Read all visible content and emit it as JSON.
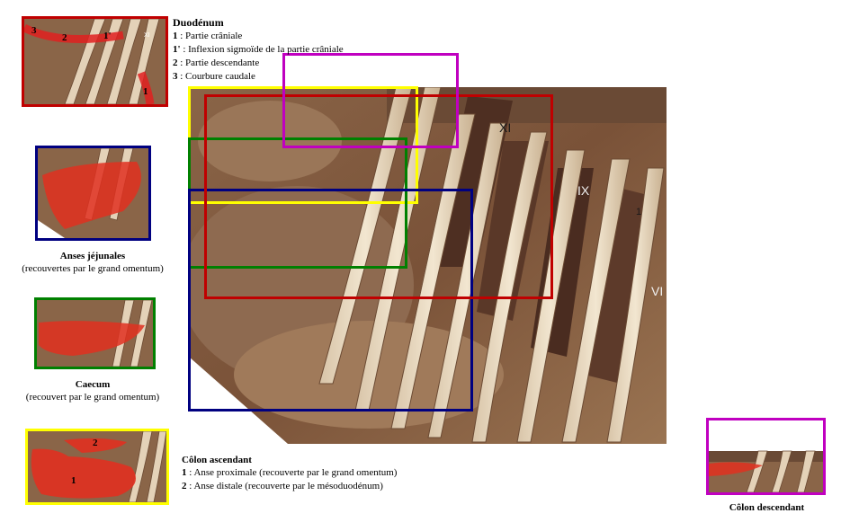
{
  "colors": {
    "duodenum": "#c00000",
    "jejunum": "#000080",
    "caecum": "#008000",
    "colon_ascendant": "#ffff00",
    "colon_descendant": "#c000c0"
  },
  "duodenum": {
    "title": "Duodénum",
    "thumb_numbers": [
      "3",
      "2",
      "1'",
      "1"
    ],
    "thumb_rib_label": "XI",
    "legend": [
      {
        "num": "1",
        "text": " : Partie crâniale"
      },
      {
        "num": "1'",
        "text": " : Inflexion sigmoïde de la partie crâniale"
      },
      {
        "num": "2",
        "text": " : Partie descendante"
      },
      {
        "num": "3",
        "text": " : Courbure caudale"
      }
    ]
  },
  "jejunum": {
    "title": "Anses jéjunales",
    "subtitle": "(recouvertes par le grand omentum)"
  },
  "caecum": {
    "title": "Caecum",
    "subtitle": "(recouvert par le grand omentum)"
  },
  "colon_ascendant": {
    "title": "Côlon ascendant",
    "thumb_numbers": [
      "2",
      "1"
    ],
    "legend": [
      {
        "num": "1",
        "text": " : Anse proximale (recouverte par le grand omentum)"
      },
      {
        "num": "2",
        "text": " : Anse distale (recouverte par le mésoduodénum)"
      }
    ]
  },
  "colon_descendant": {
    "title": "Côlon descendant"
  },
  "photo": {
    "rib_labels": [
      "XI",
      "IX",
      "1",
      "VI"
    ]
  }
}
